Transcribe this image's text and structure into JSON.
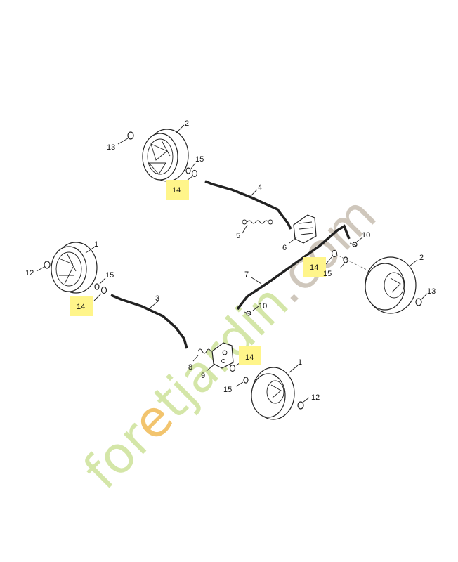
{
  "diagram": {
    "watermark": {
      "brand_green": "for",
      "brand_orange": "e",
      "brand_green2": "tjardin",
      "brand_grey": ".com",
      "green": "#d4e6a8",
      "orange": "#f2c46e",
      "grey": "#cfc7bc"
    },
    "highlight_color": "#fff58a",
    "labels": {
      "p13a": "13",
      "p2a": "2",
      "p15a": "15",
      "p14a": "14",
      "p4": "4",
      "p5": "5",
      "p6": "6",
      "p10a": "10",
      "p1a": "1",
      "p12a": "12",
      "p15b": "15",
      "p14b": "14",
      "p3": "3",
      "p7": "7",
      "p14c": "14",
      "p15c": "15",
      "p2b": "2",
      "p13b": "13",
      "p10b": "10",
      "p8": "8",
      "p9": "9",
      "p14d": "14",
      "p1b": "1",
      "p15d": "15",
      "p12b": "12"
    }
  }
}
